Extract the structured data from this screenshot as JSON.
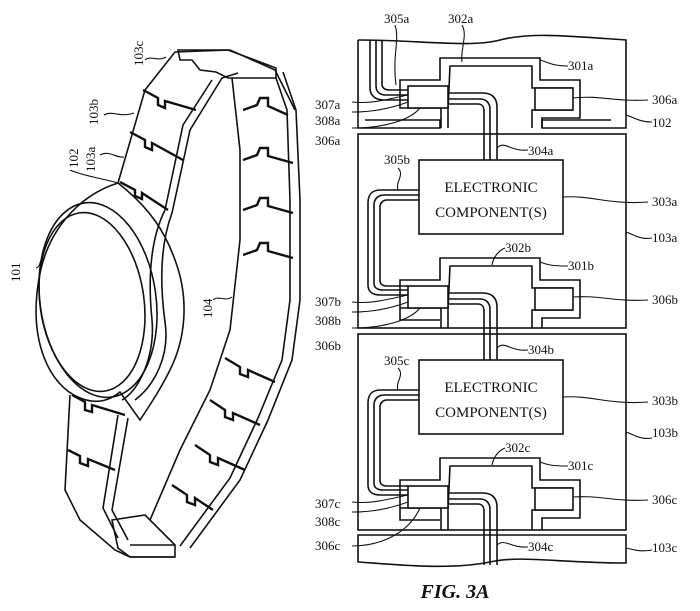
{
  "figure": {
    "caption": "FIG. 3A",
    "left_view": {
      "labels": {
        "watch_face": "101",
        "housing": "102",
        "link_a": "103a",
        "link_b": "103b",
        "link_c": "103c",
        "band": "104"
      }
    },
    "right_view": {
      "component_text_line1": "ELECTRONIC",
      "component_text_line2": "COMPONENT(S)",
      "labels": {
        "l305a": "305a",
        "l302a": "302a",
        "l301a": "301a",
        "l306a": "306a",
        "l102": "102",
        "l307a": "307a",
        "l308a": "308a",
        "l306a_left": "306a",
        "l304a": "304a",
        "l305b": "305b",
        "l303a": "303a",
        "l103a": "103a",
        "l302b": "302b",
        "l301b": "301b",
        "l306b": "306b",
        "l307b": "307b",
        "l308b": "308b",
        "l306b_left": "306b",
        "l304b": "304b",
        "l305c": "305c",
        "l303b": "303b",
        "l103b": "103b",
        "l302c": "302c",
        "l301c": "301c",
        "l306c": "306c",
        "l307c": "307c",
        "l308c": "308c",
        "l306c_left": "306c",
        "l304c": "304c",
        "l103c": "103c"
      }
    }
  }
}
